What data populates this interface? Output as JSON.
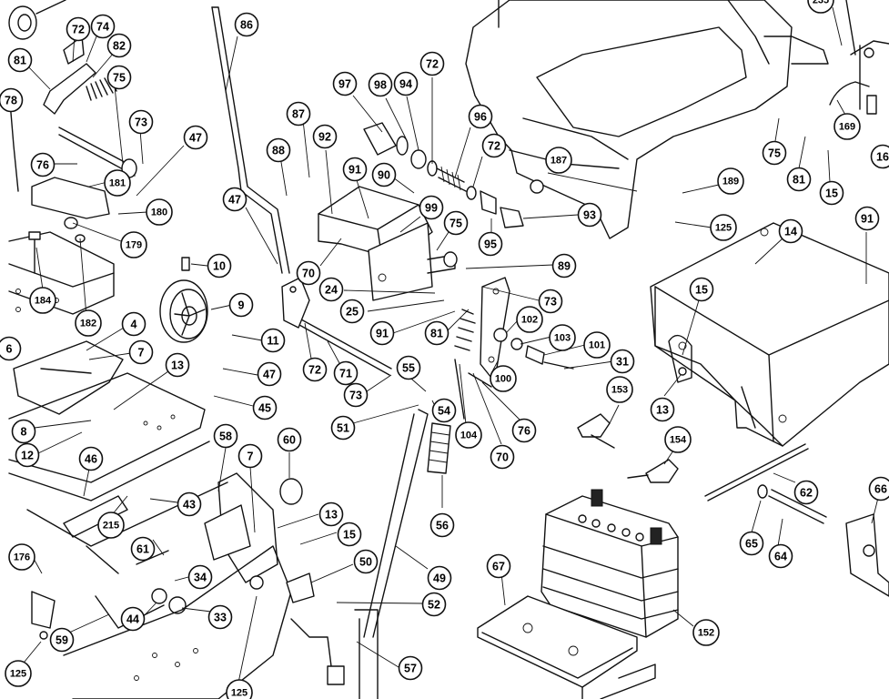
{
  "callouts": [
    {
      "id": "81a",
      "label": "81"
    },
    {
      "id": "72a",
      "label": "72"
    },
    {
      "id": "74",
      "label": "74"
    },
    {
      "id": "82",
      "label": "82"
    },
    {
      "id": "75a",
      "label": "75"
    },
    {
      "id": "78",
      "label": "78"
    },
    {
      "id": "73a",
      "label": "73"
    },
    {
      "id": "76a",
      "label": "76"
    },
    {
      "id": "47a",
      "label": "47"
    },
    {
      "id": "181",
      "label": "181"
    },
    {
      "id": "180",
      "label": "180"
    },
    {
      "id": "179",
      "label": "179"
    },
    {
      "id": "184",
      "label": "184"
    },
    {
      "id": "182",
      "label": "182"
    },
    {
      "id": "86",
      "label": "86"
    },
    {
      "id": "87",
      "label": "87"
    },
    {
      "id": "88",
      "label": "88"
    },
    {
      "id": "92",
      "label": "92"
    },
    {
      "id": "97",
      "label": "97"
    },
    {
      "id": "98",
      "label": "98"
    },
    {
      "id": "94",
      "label": "94"
    },
    {
      "id": "72b",
      "label": "72"
    },
    {
      "id": "96",
      "label": "96"
    },
    {
      "id": "72c",
      "label": "72"
    },
    {
      "id": "187",
      "label": "187"
    },
    {
      "id": "93",
      "label": "93"
    },
    {
      "id": "91a",
      "label": "91"
    },
    {
      "id": "90",
      "label": "90"
    },
    {
      "id": "99",
      "label": "99"
    },
    {
      "id": "75b",
      "label": "75"
    },
    {
      "id": "95",
      "label": "95"
    },
    {
      "id": "89",
      "label": "89"
    },
    {
      "id": "47b",
      "label": "47"
    },
    {
      "id": "70a",
      "label": "70"
    },
    {
      "id": "10",
      "label": "10"
    },
    {
      "id": "9",
      "label": "9"
    },
    {
      "id": "24",
      "label": "24"
    },
    {
      "id": "25",
      "label": "25"
    },
    {
      "id": "73b",
      "label": "73"
    },
    {
      "id": "91b",
      "label": "91"
    },
    {
      "id": "81b",
      "label": "81"
    },
    {
      "id": "102",
      "label": "102"
    },
    {
      "id": "103",
      "label": "103"
    },
    {
      "id": "101",
      "label": "101"
    },
    {
      "id": "11",
      "label": "11"
    },
    {
      "id": "72d",
      "label": "72"
    },
    {
      "id": "71",
      "label": "71"
    },
    {
      "id": "73c",
      "label": "73"
    },
    {
      "id": "55",
      "label": "55"
    },
    {
      "id": "100",
      "label": "100"
    },
    {
      "id": "31",
      "label": "31"
    },
    {
      "id": "4",
      "label": "4"
    },
    {
      "id": "7a",
      "label": "7"
    },
    {
      "id": "13a",
      "label": "13"
    },
    {
      "id": "47c",
      "label": "47"
    },
    {
      "id": "45",
      "label": "45"
    },
    {
      "id": "51",
      "label": "51"
    },
    {
      "id": "54",
      "label": "54"
    },
    {
      "id": "104",
      "label": "104"
    },
    {
      "id": "70b",
      "label": "70"
    },
    {
      "id": "76b",
      "label": "76"
    },
    {
      "id": "153",
      "label": "153"
    },
    {
      "id": "8",
      "label": "8"
    },
    {
      "id": "12",
      "label": "12"
    },
    {
      "id": "46",
      "label": "46"
    },
    {
      "id": "58",
      "label": "58"
    },
    {
      "id": "7b",
      "label": "7"
    },
    {
      "id": "60",
      "label": "60"
    },
    {
      "id": "43",
      "label": "43"
    },
    {
      "id": "215",
      "label": "215"
    },
    {
      "id": "56",
      "label": "56"
    },
    {
      "id": "154",
      "label": "154"
    },
    {
      "id": "62",
      "label": "62"
    },
    {
      "id": "66",
      "label": "66"
    },
    {
      "id": "13b",
      "label": "13"
    },
    {
      "id": "15a",
      "label": "15"
    },
    {
      "id": "61",
      "label": "61"
    },
    {
      "id": "50",
      "label": "50"
    },
    {
      "id": "49",
      "label": "49"
    },
    {
      "id": "176",
      "label": "176"
    },
    {
      "id": "34",
      "label": "34"
    },
    {
      "id": "65",
      "label": "65"
    },
    {
      "id": "64",
      "label": "64"
    },
    {
      "id": "67",
      "label": "67"
    },
    {
      "id": "52",
      "label": "52"
    },
    {
      "id": "44",
      "label": "44"
    },
    {
      "id": "33",
      "label": "33"
    },
    {
      "id": "59",
      "label": "59"
    },
    {
      "id": "152",
      "label": "152"
    },
    {
      "id": "125a",
      "label": "125"
    },
    {
      "id": "125b",
      "label": "125"
    },
    {
      "id": "57",
      "label": "57"
    },
    {
      "id": "235",
      "label": "235"
    },
    {
      "id": "169",
      "label": "169"
    },
    {
      "id": "16x",
      "label": "16"
    },
    {
      "id": "75c",
      "label": "75"
    },
    {
      "id": "81c",
      "label": "81"
    },
    {
      "id": "15b",
      "label": "15"
    },
    {
      "id": "189",
      "label": "189"
    },
    {
      "id": "125c",
      "label": "125"
    },
    {
      "id": "14",
      "label": "14"
    },
    {
      "id": "91c",
      "label": "91"
    },
    {
      "id": "15c",
      "label": "15"
    },
    {
      "id": "13c",
      "label": "13"
    },
    {
      "id": "6x",
      "label": "6"
    }
  ]
}
